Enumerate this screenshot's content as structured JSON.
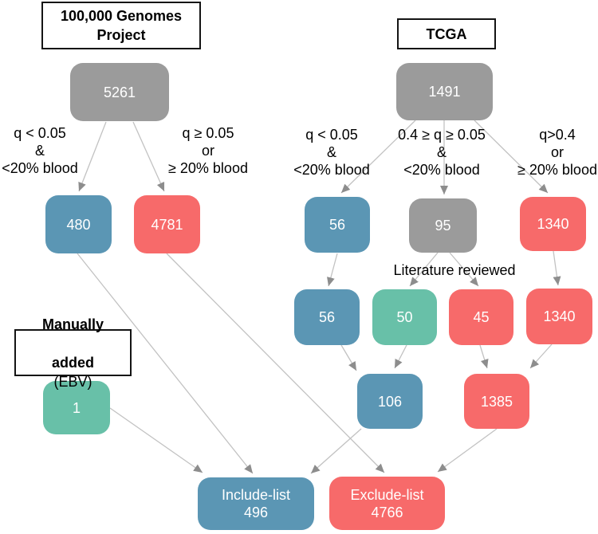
{
  "figure": {
    "type": "flowchart",
    "palette": {
      "gray": "#9b9b9b",
      "blue": "#5b96b4",
      "red": "#f76a6a",
      "green": "#68c0a8",
      "arrow_line": "#c2c2c2",
      "arrow_head": "#8d8d8d",
      "node_text": "#ffffff",
      "label_text": "#000000"
    },
    "titles": {
      "gel": "100,000 Genomes\nProject",
      "tcga": "TCGA",
      "manual_line1": "Manually",
      "manual_line2_bold": "added",
      "manual_line2_regular": "(EBV)"
    },
    "edge_labels": {
      "gel_left": "q < 0.05\n&\n<20% blood",
      "gel_right": "q ≥ 0.05\nor\n≥ 20% blood",
      "tcga_left": "q < 0.05\n&\n<20% blood",
      "tcga_mid": "0.4 ≥ q ≥ 0.05\n&\n<20% blood",
      "tcga_right": "q>0.4\nor\n≥ 20% blood",
      "literature": "Literature reviewed"
    },
    "nodes": {
      "gel_root": {
        "value": "5261",
        "color": "gray"
      },
      "gel_pass": {
        "value": "480",
        "color": "blue"
      },
      "gel_fail": {
        "value": "4781",
        "color": "red"
      },
      "tcga_root": {
        "value": "1491",
        "color": "gray"
      },
      "tcga_low": {
        "value": "56",
        "color": "blue"
      },
      "tcga_mid": {
        "value": "95",
        "color": "gray"
      },
      "tcga_high": {
        "value": "1340",
        "color": "red"
      },
      "lit_56": {
        "value": "56",
        "color": "blue"
      },
      "lit_50": {
        "value": "50",
        "color": "green"
      },
      "lit_45": {
        "value": "45",
        "color": "red"
      },
      "lit_1340": {
        "value": "1340",
        "color": "red"
      },
      "merge_106": {
        "value": "106",
        "color": "blue"
      },
      "merge_1385": {
        "value": "1385",
        "color": "red"
      },
      "manual_1": {
        "value": "1",
        "color": "green"
      },
      "include_list": {
        "label": "Include-list",
        "value": "496",
        "color": "blue"
      },
      "exclude_list": {
        "label": "Exclude-list",
        "value": "4766",
        "color": "red"
      }
    }
  }
}
